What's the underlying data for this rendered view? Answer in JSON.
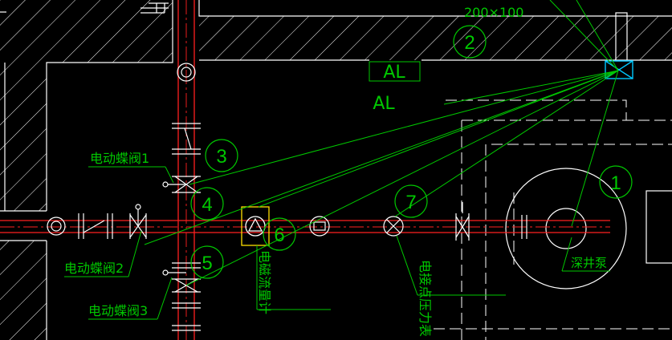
{
  "colors": {
    "background": "#000000",
    "wall": "#ffffff",
    "pipe": "#ff2020",
    "annotation": "#00c800",
    "equipment": "#ffffff",
    "flow_meter": "#ffe000",
    "node_marker": "#00c8ff"
  },
  "title": {
    "duct_size": "200×100",
    "box_label": "AL",
    "panel_label": "AL"
  },
  "callouts": [
    {
      "id": "1",
      "label": "1"
    },
    {
      "id": "2",
      "label": "2"
    },
    {
      "id": "3",
      "label": "3"
    },
    {
      "id": "4",
      "label": "4"
    },
    {
      "id": "5",
      "label": "5"
    },
    {
      "id": "6",
      "label": "6"
    },
    {
      "id": "7",
      "label": "7"
    }
  ],
  "labels": {
    "valve1": "电动蝶阀1",
    "valve2": "电动蝶阀2",
    "valve3": "电动蝶阀3",
    "flowmeter": "电磁流量计",
    "pressure_gauge": "电接点压力表",
    "deep_well_pump": "深井泵"
  }
}
